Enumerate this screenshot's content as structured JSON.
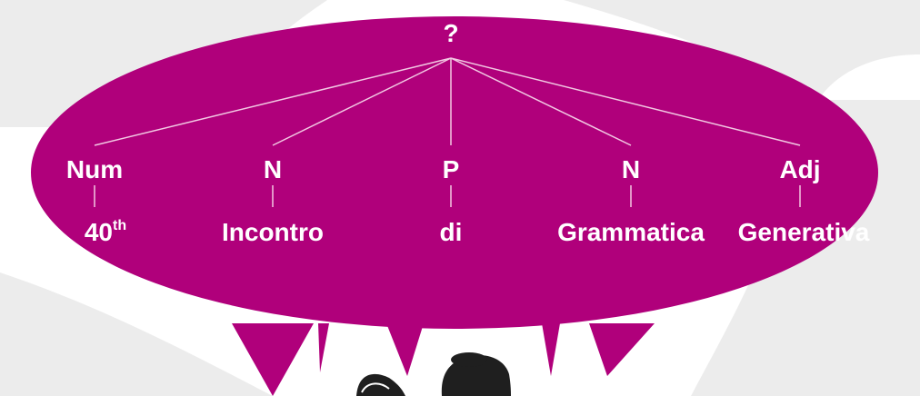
{
  "colors": {
    "bubble": "#b0007b",
    "bubble_text": "#ffffff",
    "tree_lines": "#f2c9e3",
    "background_light": "#ececec",
    "background_white": "#ffffff",
    "figure": "#1f1f1f"
  },
  "tree": {
    "root": "?",
    "categories": [
      "Num",
      "N",
      "P",
      "N",
      "Adj"
    ],
    "words": [
      {
        "base": "40",
        "superscript": "th"
      },
      {
        "base": "Incontro"
      },
      {
        "base": "di"
      },
      {
        "base": "Grammatica"
      },
      {
        "base": "Generativa"
      }
    ]
  }
}
